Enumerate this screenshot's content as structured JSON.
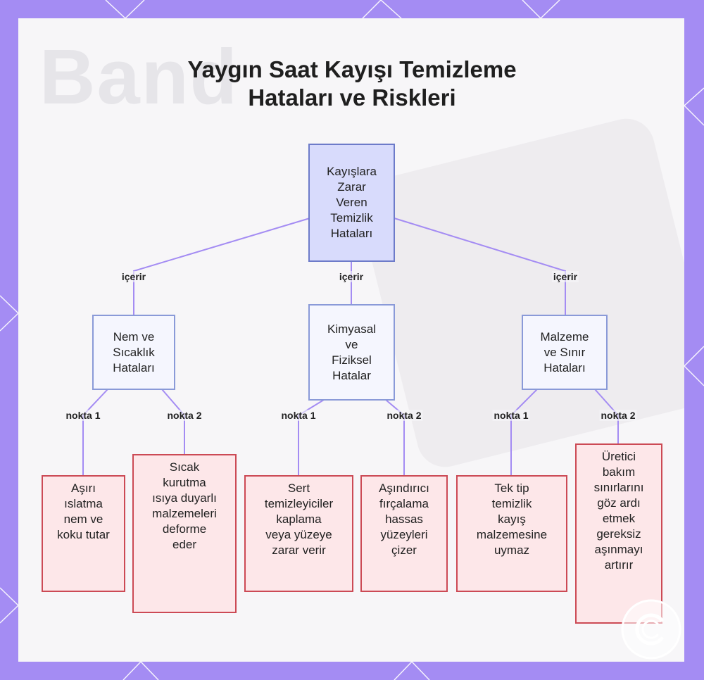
{
  "title": {
    "line1": "Yaygın Saat Kayışı Temizleme",
    "line2": "Hataları ve Riskleri"
  },
  "watermark": "Band",
  "root": {
    "lines": [
      "Kayışlara",
      "Zarar",
      "Veren",
      "Temizlik",
      "Hataları"
    ]
  },
  "categories": [
    {
      "lines": [
        "Nem ve",
        "Sıcaklık",
        "Hataları"
      ],
      "edge_label": "içerir"
    },
    {
      "lines": [
        "Kimyasal",
        "ve",
        "Fiziksel",
        "Hatalar"
      ],
      "edge_label": "içerir"
    },
    {
      "lines": [
        "Malzeme",
        "ve Sınır",
        "Hataları"
      ],
      "edge_label": "içerir"
    }
  ],
  "leaves": [
    {
      "edge_label": "nokta 1",
      "lines": [
        "Aşırı",
        "ıslatma",
        "nem ve",
        "koku tutar"
      ]
    },
    {
      "edge_label": "nokta 2",
      "lines": [
        "Sıcak",
        "kurutma",
        "ısıya duyarlı",
        "malzemeleri",
        "deforme",
        "eder"
      ]
    },
    {
      "edge_label": "nokta 1",
      "lines": [
        "Sert",
        "temizleyiciler",
        "kaplama",
        "veya yüzeye",
        "zarar verir"
      ]
    },
    {
      "edge_label": "nokta 2",
      "lines": [
        "Aşındırıcı",
        "fırçalama",
        "hassas",
        "yüzeyleri",
        "çizer"
      ]
    },
    {
      "edge_label": "nokta 1",
      "lines": [
        "Tek tip",
        "temizlik",
        "kayış",
        "malzemesine",
        "uymaz"
      ]
    },
    {
      "edge_label": "nokta 2",
      "lines": [
        "Üretici",
        "bakım",
        "sınırlarını",
        "göz ardı",
        "etmek",
        "gereksiz",
        "aşınmayı",
        "artırır"
      ]
    }
  ],
  "colors": {
    "frame": "#a48cf3",
    "root_fill": "#d8dbfc",
    "category_fill": "#f5f6fe",
    "leaf_fill": "#fde7e9",
    "leaf_border": "#cc4a55",
    "edge": "#a48cf3"
  },
  "icons": {
    "corner_logo": "circular-c-logo-icon"
  }
}
